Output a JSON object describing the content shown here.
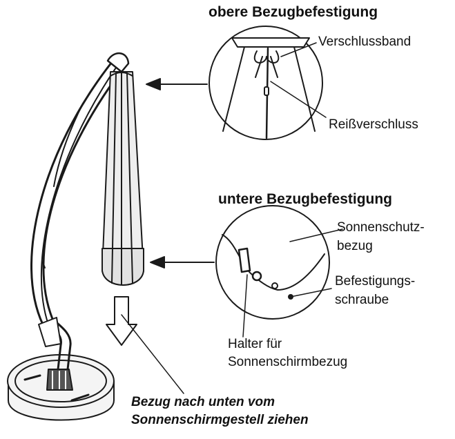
{
  "headings": {
    "top_detail": "obere Bezugbefestigung",
    "bottom_detail": "untere Bezugbefestigung"
  },
  "labels": {
    "closure_band": "Verschlussband",
    "zipper": "Reißverschluss",
    "cover_line1": "Sonnenschutz-",
    "cover_line2": "bezug",
    "screw_line1": "Befestigungs-",
    "screw_line2": "schraube",
    "holder_line1": "Halter für",
    "holder_line2": "Sonnenschirmbezug"
  },
  "instruction": {
    "line1": "Bezug nach unten vom",
    "line2": "Sonnenschirmgestell ziehen"
  },
  "colors": {
    "line": "#1a1a1a",
    "canopy_fill": "#eeeeee",
    "base_fill": "#f4f4f4"
  }
}
